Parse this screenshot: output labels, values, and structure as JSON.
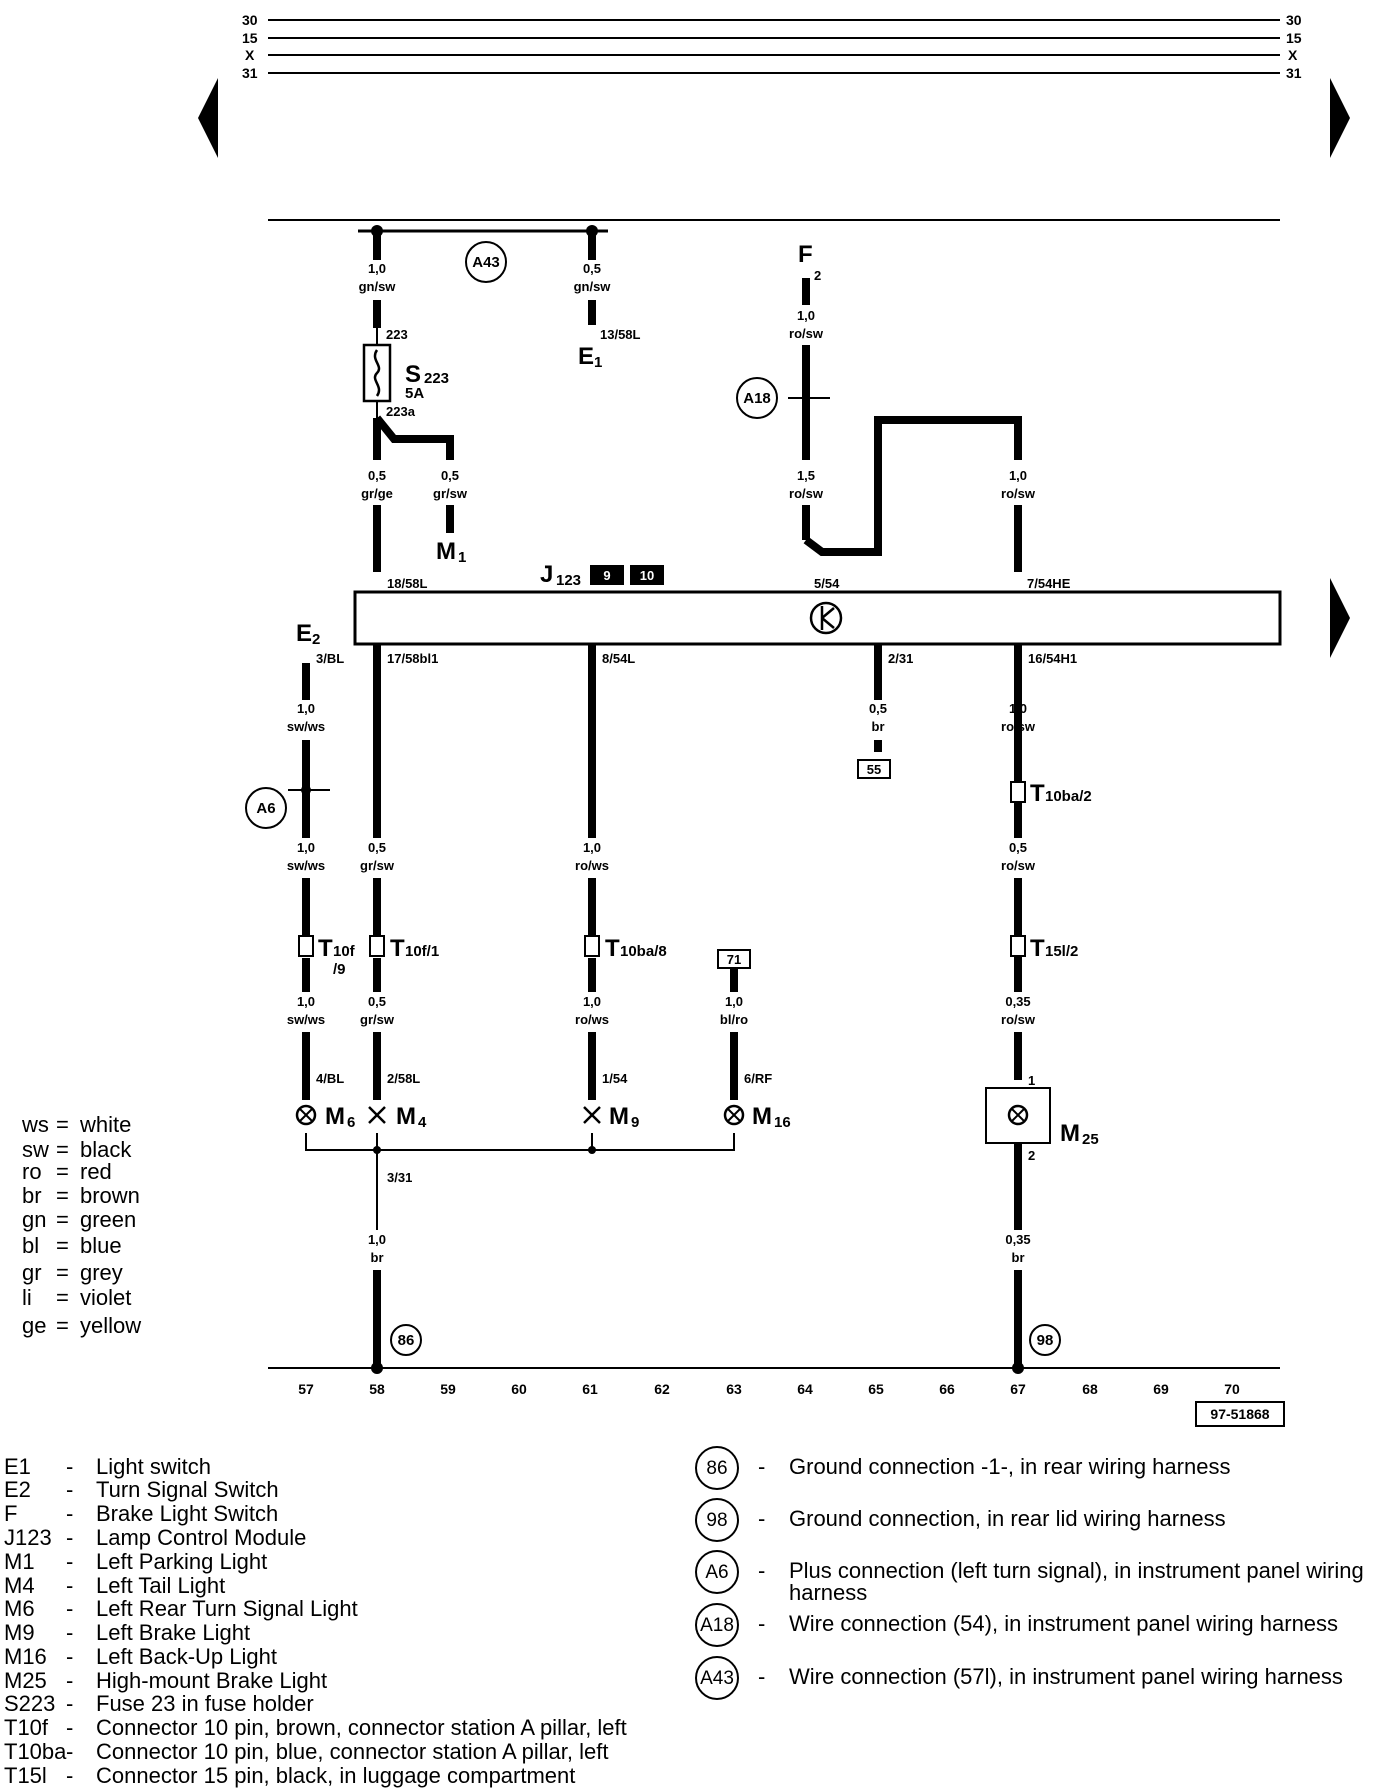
{
  "bus_lines": [
    "30",
    "15",
    "X",
    "31"
  ],
  "diagram_id": "97-51868",
  "coordinates": [
    "57",
    "58",
    "59",
    "60",
    "61",
    "62",
    "63",
    "64",
    "65",
    "66",
    "67",
    "68",
    "69",
    "70"
  ],
  "module": {
    "code": "J123",
    "sub": "123",
    "main": "J",
    "slots": [
      "9",
      "10"
    ]
  },
  "components": {
    "E1": {
      "main": "E",
      "sub": "1"
    },
    "E2": {
      "main": "E",
      "sub": "2"
    },
    "F": {
      "main": "F"
    },
    "M1": {
      "main": "M",
      "sub": "1"
    },
    "M4": {
      "main": "M",
      "sub": "4"
    },
    "M6": {
      "main": "M",
      "sub": "6"
    },
    "M9": {
      "main": "M",
      "sub": "9"
    },
    "M16": {
      "main": "M",
      "sub": "16"
    },
    "M25": {
      "main": "M",
      "sub": "25"
    },
    "S223": {
      "main": "S",
      "sub": "223",
      "rating": "5A"
    },
    "T10f9": {
      "main": "T",
      "sub": "10f",
      "pin": "/9"
    },
    "T10f1": {
      "main": "T",
      "sub": "10f/1"
    },
    "T10ba8": {
      "main": "T",
      "sub": "10ba/8"
    },
    "T10ba2": {
      "main": "T",
      "sub": "10ba/2"
    },
    "T15l2": {
      "main": "T",
      "sub": "15l/2"
    }
  },
  "connection_rings": {
    "A43": "A43",
    "A18": "A18",
    "A6": "A6",
    "r86": "86",
    "r98": "98"
  },
  "ref_boxes": {
    "b55": "55",
    "b71": "71"
  },
  "wires": {
    "w1": [
      "1,0",
      "gn/sw"
    ],
    "w2": [
      "0,5",
      "gn/sw"
    ],
    "w3": [
      "1,0",
      "ro/sw"
    ],
    "w4": [
      "0,5",
      "gr/ge"
    ],
    "w5": [
      "0,5",
      "gr/sw"
    ],
    "w6": [
      "1,5",
      "ro/sw"
    ],
    "w7": [
      "1,0",
      "ro/sw"
    ],
    "w8": [
      "1,0",
      "sw/ws"
    ],
    "w9": [
      "0,5",
      "br"
    ],
    "w10": [
      "1,0",
      "ro/sw"
    ],
    "w11": [
      "1,0",
      "sw/ws"
    ],
    "w12": [
      "0,5",
      "gr/sw"
    ],
    "w13": [
      "1,0",
      "ro/ws"
    ],
    "w14": [
      "0,5",
      "ro/sw"
    ],
    "w15": [
      "1,0",
      "sw/ws"
    ],
    "w16": [
      "0,5",
      "gr/sw"
    ],
    "w17": [
      "1,0",
      "ro/ws"
    ],
    "w18": [
      "1,0",
      "bl/ro"
    ],
    "w19": [
      "0,35",
      "ro/sw"
    ],
    "w20": [
      "1,0",
      "br"
    ],
    "w21": [
      "0,35",
      "br"
    ]
  },
  "pins": {
    "p223": "223",
    "p223a": "223a",
    "p13_58L": "13/58L",
    "pF2": "2",
    "p18_58L": "18/58L",
    "p5_54": "5/54",
    "p7_54HE": "7/54HE",
    "p3_BL": "3/BL",
    "p17_58bl1": "17/58bl1",
    "p8_54L": "8/54L",
    "p2_31": "2/31",
    "p16_54H1": "16/54H1",
    "p4_BL": "4/BL",
    "p2_58L": "2/58L",
    "p1_54": "1/54",
    "p6_RF": "6/RF",
    "pM25_1": "1",
    "pM25_2": "2",
    "p3_31": "3/31"
  },
  "color_legend": [
    [
      "ws",
      "white"
    ],
    [
      "sw",
      "black"
    ],
    [
      "ro",
      "red"
    ],
    [
      "br",
      "brown"
    ],
    [
      "gn",
      "green"
    ],
    [
      "bl",
      "blue"
    ],
    [
      "gr",
      "grey"
    ],
    [
      "li",
      "violet"
    ],
    [
      "ge",
      "yellow"
    ]
  ],
  "component_legend": [
    [
      "E1",
      "Light switch"
    ],
    [
      "E2",
      "Turn Signal Switch"
    ],
    [
      "F",
      "Brake Light Switch"
    ],
    [
      "J123",
      "Lamp Control Module"
    ],
    [
      "M1",
      "Left Parking Light"
    ],
    [
      "M4",
      "Left Tail Light"
    ],
    [
      "M6",
      "Left Rear Turn Signal Light"
    ],
    [
      "M9",
      "Left Brake Light"
    ],
    [
      "M16",
      "Left Back-Up Light"
    ],
    [
      "M25",
      "High-mount Brake Light"
    ],
    [
      "S223",
      "Fuse 23 in fuse holder"
    ],
    [
      "T10f",
      "Connector 10 pin, brown, connector station A pillar, left"
    ],
    [
      "T10ba",
      "Connector 10 pin, blue, connector station A pillar, left"
    ],
    [
      "T15l",
      "Connector 15 pin, black, in luggage compartment"
    ]
  ],
  "connection_legend": [
    {
      "ring": "86",
      "text": "Ground connection -1-, in rear wiring harness"
    },
    {
      "ring": "98",
      "text": "Ground connection, in rear lid wiring harness"
    },
    {
      "ring": "A6",
      "text": "Plus connection (left turn signal), in instrument panel wiring",
      "text2": "harness"
    },
    {
      "ring": "A18",
      "text": "Wire connection (54), in instrument panel wiring harness"
    },
    {
      "ring": "A43",
      "text": "Wire connection (57l), in instrument panel wiring harness"
    }
  ]
}
